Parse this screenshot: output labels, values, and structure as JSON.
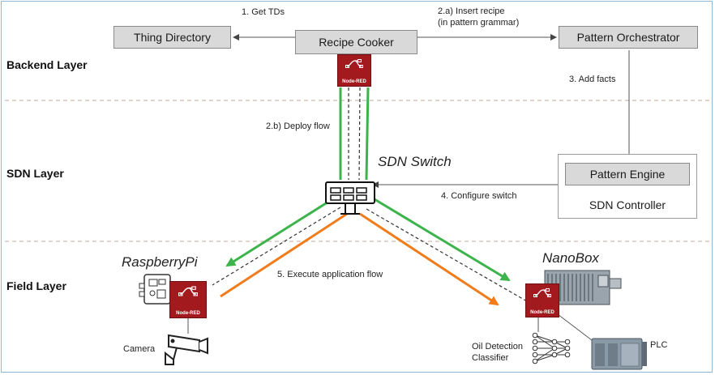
{
  "layers": {
    "backend": "Backend Layer",
    "sdn": "SDN Layer",
    "field": "Field Layer"
  },
  "boxes": {
    "thing_directory": "Thing Directory",
    "recipe_cooker": "Recipe Cooker",
    "pattern_orchestrator": "Pattern Orchestrator",
    "pattern_engine": "Pattern Engine",
    "sdn_controller": "SDN Controller"
  },
  "steps": {
    "get_tds": "1. Get TDs",
    "insert_recipe_line1": "2.a) Insert recipe",
    "insert_recipe_line2": "(in pattern grammar)",
    "add_facts": "3. Add facts",
    "deploy_flow": "2.b) Deploy flow",
    "configure_switch": "4. Configure switch",
    "execute_flow": "5. Execute application flow"
  },
  "devices": {
    "sdn_switch": "SDN Switch",
    "raspberry_pi": "RaspberryPi",
    "nanobox": "NanoBox",
    "camera": "Camera",
    "classifier_line1": "Oil Detection",
    "classifier_line2": "Classifier",
    "plc": "PLC"
  },
  "node_red_label": "Node-RED",
  "colors": {
    "green_flow": "#3cb44b",
    "orange_flow": "#f07c1c",
    "dashed_flow": "#333333",
    "node_red": "#a31a1e",
    "box_fill": "#d9d9d9",
    "separator": "#c9a9a0"
  },
  "icons": [
    "node-red-icon",
    "switch-icon",
    "raspberry-pi-icon",
    "nanobox-icon",
    "camera-icon",
    "neural-network-icon",
    "plc-icon"
  ]
}
